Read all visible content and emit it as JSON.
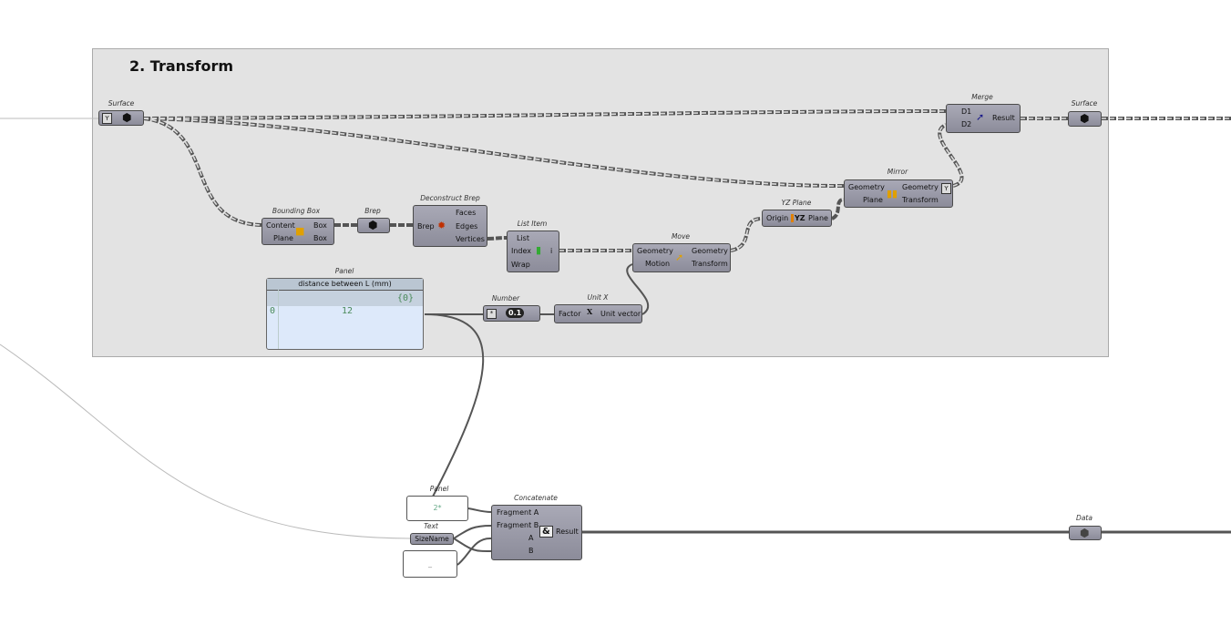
{
  "group": {
    "title": "2. Transform"
  },
  "components": {
    "surface_in": {
      "label": "Surface"
    },
    "merge": {
      "label": "Merge",
      "inputs": [
        "D1",
        "D2"
      ],
      "output": "Result"
    },
    "surface_out": {
      "label": "Surface"
    },
    "bounding_box": {
      "label": "Bounding Box",
      "inputs": [
        "Content",
        "Plane"
      ],
      "outputs": [
        "Box",
        "Box"
      ]
    },
    "brep": {
      "label": "Brep"
    },
    "deconstruct_brep": {
      "label": "Deconstruct Brep",
      "input": "Brep",
      "outputs": [
        "Faces",
        "Edges",
        "Vertices"
      ]
    },
    "list_item": {
      "label": "List Item",
      "inputs": [
        "List",
        "Index",
        "Wrap"
      ],
      "output": "i"
    },
    "move": {
      "label": "Move",
      "inputs": [
        "Geometry",
        "Motion"
      ],
      "outputs": [
        "Geometry",
        "Transform"
      ]
    },
    "yz_plane": {
      "label": "YZ Plane",
      "input": "Origin",
      "icon_text": "YZ",
      "output": "Plane"
    },
    "mirror": {
      "label": "Mirror",
      "inputs": [
        "Geometry",
        "Plane"
      ],
      "outputs": [
        "Geometry",
        "Transform"
      ]
    },
    "panel": {
      "label": "Panel",
      "header": "distance between L (mm)",
      "path": "{0}",
      "index": "0",
      "value": "12"
    },
    "number": {
      "label": "Number",
      "icon_text": "0.1"
    },
    "unit_x": {
      "label": "Unit X",
      "input": "Factor",
      "icon_text": "X",
      "output": "Unit vector"
    },
    "panel2": {
      "label": "Panel",
      "value": "2*"
    },
    "text": {
      "label": "Text",
      "value": "SizeName"
    },
    "panel3": {
      "value": "_"
    },
    "concatenate": {
      "label": "Concatenate",
      "inputs": [
        "Fragment A",
        "Fragment B",
        "A",
        "B"
      ],
      "icon_text": "&",
      "output": "Result"
    },
    "data": {
      "label": "Data"
    }
  },
  "colors": {
    "canvas": "#ffffff",
    "group": "#e3e3e3",
    "component": "#9a9aa8",
    "panel": "#dde9fa"
  }
}
